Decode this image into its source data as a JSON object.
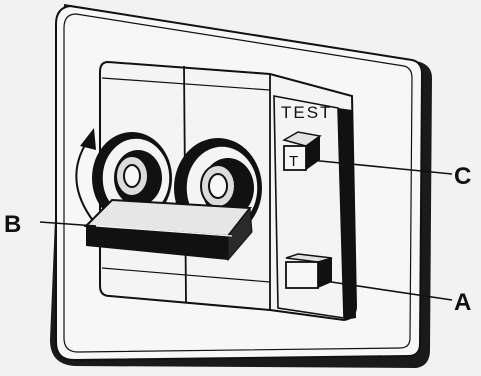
{
  "device": {
    "test_label": "TEST",
    "test_button_glyph": "T"
  },
  "callouts": {
    "a": "A",
    "b": "B",
    "c": "C"
  },
  "colors": {
    "ink": "#111111",
    "paper": "#f2f2f2",
    "plate": "#f7f7f7",
    "shadow": "#1a1a1a",
    "mid_gray": "#d4d4d4"
  },
  "icons": {
    "rotation_arrow": "curved-arrow-icon",
    "toggle_ring": "ring-icon"
  }
}
